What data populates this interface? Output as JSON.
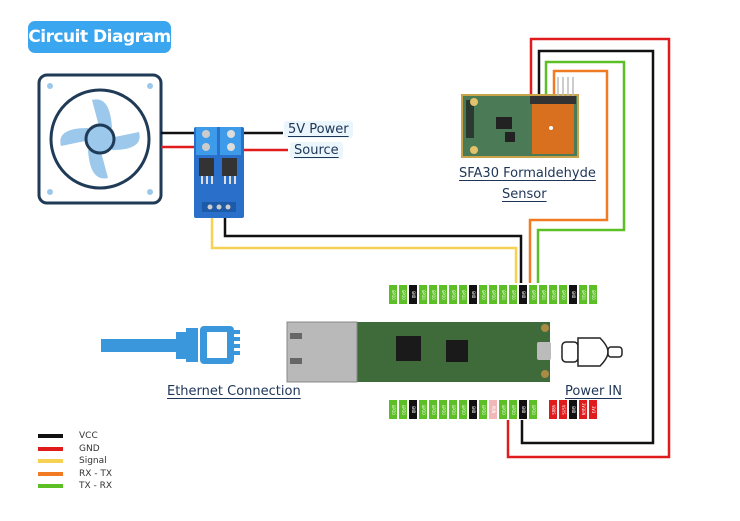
{
  "title": "Circuit Diagram",
  "labels": {
    "power_source_line1": "5V Power",
    "power_source_line2": "Source",
    "sensor_line1": "SFA30 Formaldehyde",
    "sensor_line2": "Sensor",
    "ethernet": "Ethernet Connection",
    "power_in": "Power IN"
  },
  "components": {
    "fan": "Fan",
    "mosfet": "MOSFET Driver Module",
    "sensor": "SFA30 Formaldehyde Sensor Module",
    "board": "Ethernet Microcontroller Board",
    "ethernet_cable": "RJ45 Ethernet Cable",
    "usb_c_plug": "USB-C Plug"
  },
  "colors": {
    "vcc": "#111111",
    "gnd": "#e01b1b",
    "signal": "#f7d154",
    "rx_tx": "#f07b23",
    "tx_rx": "#5cbf26",
    "accent": "#3aa6ef",
    "pin_gpio": "#5cbf26",
    "pin_gnd": "#111111",
    "pin_power": "#e01b1b",
    "pin_disabled": "#f0b8b8"
  },
  "legend": [
    {
      "label": "VCC",
      "color": "#111111"
    },
    {
      "label": "GND",
      "color": "#e01b1b"
    },
    {
      "label": "Signal",
      "color": "#f7d154"
    },
    {
      "label": "RX - TX",
      "color": "#f07b23"
    },
    {
      "label": "TX - RX",
      "color": "#5cbf26"
    }
  ],
  "top_pins": [
    "GPIO",
    "GPIO",
    "GND",
    "GPIO",
    "GPIO",
    "GPIO",
    "GPIO",
    "GPIO",
    "GND",
    "GPIO",
    "GPIO",
    "GPIO",
    "GPIO",
    "GND",
    "GPIO",
    "GPIO",
    "GPIO",
    "GPIO",
    "GND",
    "GPIO",
    "GPIO"
  ],
  "bottom_pins": [
    "GPIO",
    "GPIO",
    "GND",
    "GPIO",
    "GPIO",
    "GPIO",
    "GPIO",
    "GPIO",
    "GND",
    "GPIO",
    "RUN",
    "GPIO",
    "GPIO",
    "GND",
    "GPIO",
    "",
    "VBUS",
    "VSYS",
    "GND",
    "3V3EN",
    "3V3"
  ]
}
